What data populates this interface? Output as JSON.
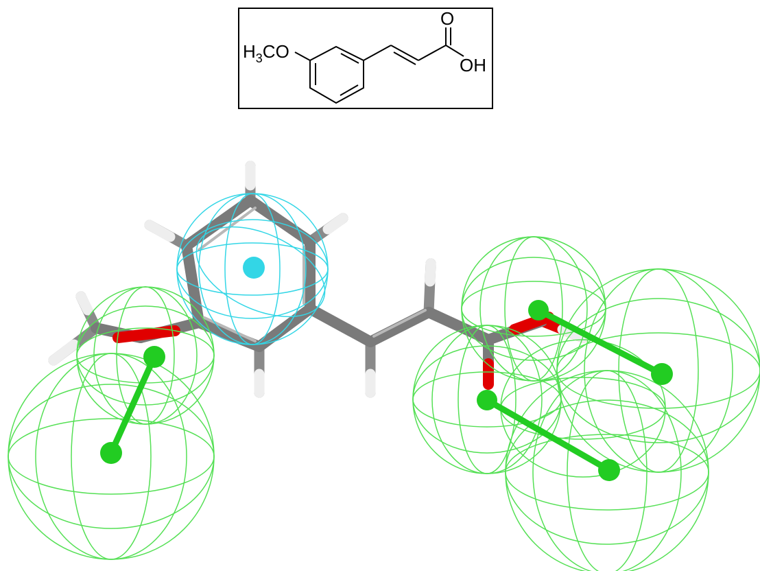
{
  "structure": {
    "left_group": "H",
    "left_group_subscript": "3",
    "left_group_suffix": "CO",
    "carbonyl_oxygen": "O",
    "hydroxyl": "OH"
  },
  "colors": {
    "carbon": "#7a7a7a",
    "hydrogen": "#eeeeee",
    "oxygen": "#e00000",
    "hydrophobic_aromatic_feature": "#33d6e6",
    "hbond_feature": "#22cc22",
    "hbond_cage": "#55e055",
    "box_border": "#000000"
  },
  "feature_icons": {
    "aromatic_ring": "ring-aromatic-feature-icon",
    "hbond_acceptor": "hbond-acceptor-feature-icon",
    "hbond_donor": "hbond-donor-feature-icon"
  }
}
